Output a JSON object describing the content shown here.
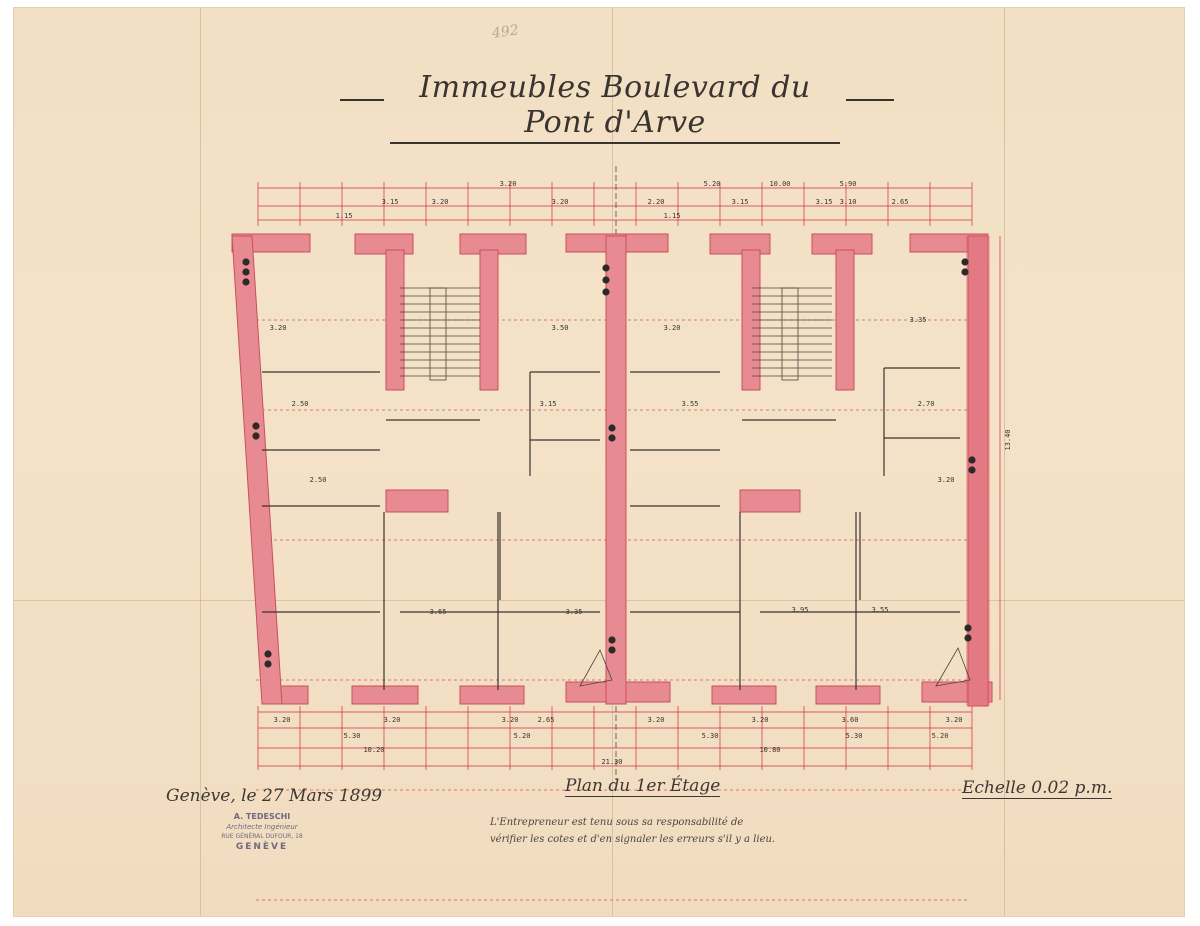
{
  "title": "Immeubles Boulevard du Pont d'Arve",
  "pencil_note": "492",
  "place_date": "Genève, le 27 Mars 1899",
  "plan_name": "Plan du 1er Étage",
  "scale": "Echelle 0.02 p.m.",
  "note_lines": [
    "L'Entrepreneur est tenu sous sa responsabilité de",
    "vérifier les cotes et d'en signaler les erreurs s'il y a lieu."
  ],
  "stamp": {
    "name": "A. TEDESCHI",
    "role": "Architecte Ingénieur",
    "address": "RUE GÉNÉRAL DUFOUR, 18",
    "city": "GENÈVE"
  },
  "top_dims": [
    "10.00",
    "3.20",
    "5.20",
    "5.90",
    "3.15",
    "3.20",
    "3.20",
    "2.20",
    "3.15",
    "3.15",
    "3.10",
    "2.65",
    "1.15",
    "1.15"
  ],
  "bottom_dims": [
    "3.20",
    "3.20",
    "3.20",
    "3.20",
    "3.20",
    "3.60",
    "3.20",
    "2.65",
    "5.30",
    "5.30",
    "5.20",
    "5.30",
    "5.20",
    "10.20",
    "10.80",
    "21.30"
  ],
  "room_dims": [
    "3.20",
    "3.50",
    "3.20",
    "2.50",
    "3.15",
    "3.55",
    "2.50",
    "2.70",
    "3.20",
    "3.65",
    "3.35",
    "3.95",
    "3.55",
    "3.35"
  ],
  "side_dim": "13.40",
  "colors": {
    "paper": "#f2dfc4",
    "wall": "#e88a92",
    "wall_dark": "#d95a68",
    "ink": "#3a3430",
    "dim_line": "#d0303a",
    "stamp_ink": "#6e6a80"
  }
}
